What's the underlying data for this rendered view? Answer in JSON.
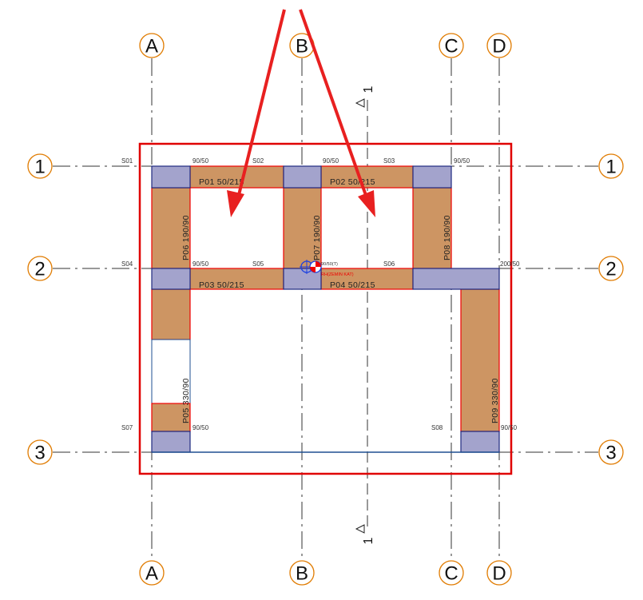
{
  "grid_axes": {
    "vertical": [
      "A",
      "B",
      "C",
      "D"
    ],
    "horizontal": [
      "1",
      "2",
      "3"
    ]
  },
  "section_mark": "1",
  "columns": [
    "S01",
    "S02",
    "S03",
    "S04",
    "S05",
    "S06",
    "S07",
    "S08"
  ],
  "column_sizes": [
    "90/50",
    "90/50",
    "90/50",
    "90/50",
    "200/50",
    "90/50",
    "90/50"
  ],
  "walls": [
    "P01 50/215",
    "P02 50/215",
    "P03 50/215",
    "P04 50/215",
    "P05 330/90",
    "P06 190/90",
    "P07 190/90",
    "P08 190/90",
    "P09 330/90"
  ],
  "origin_labels": [
    "90/50(T)",
    "RH(ZEMIN KAT)"
  ],
  "colors": {
    "wall": "#cd9563",
    "column": "#a3a3cc",
    "frame": "#e00000",
    "arrow": "#e82020",
    "bubble": "#e07b00"
  }
}
